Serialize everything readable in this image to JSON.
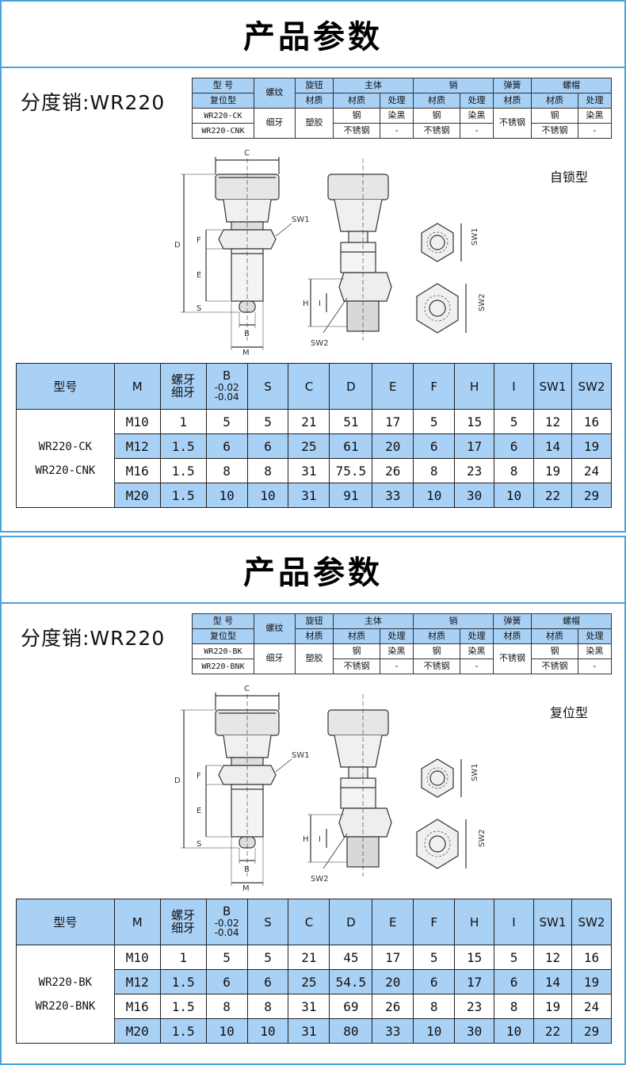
{
  "panels": [
    {
      "title": "产品参数",
      "product_name": "分度销:WR220",
      "type_label": "自锁型",
      "material_table": {
        "h_model": "型 号",
        "h_type": "复位型",
        "h_thread": "螺纹",
        "h_knob": "旋钮",
        "h_body": "主体",
        "h_pin": "销",
        "h_spring": "弹簧",
        "h_nut": "螺帽",
        "h_material": "材质",
        "h_treatment": "处理",
        "thread_value": "细牙",
        "knob_value": "塑胶",
        "spring_value": "不锈钢",
        "rows": [
          {
            "model": "WR220-CK",
            "body_mat": "钢",
            "body_trt": "染黑",
            "pin_mat": "钢",
            "pin_trt": "染黑",
            "nut_mat": "钢",
            "nut_trt": "染黑"
          },
          {
            "model": "WR220-CNK",
            "body_mat": "不锈钢",
            "body_trt": "-",
            "pin_mat": "不锈钢",
            "pin_trt": "-",
            "nut_mat": "不锈钢",
            "nut_trt": "-"
          }
        ]
      },
      "drawing_labels": {
        "c": "C",
        "d": "D",
        "f": "F",
        "e": "E",
        "s": "S",
        "b": "B",
        "m": "M",
        "sw1": "SW1",
        "sw2": "SW2",
        "h": "H",
        "i": "I"
      },
      "spec_table": {
        "headers": [
          "型号",
          "M",
          "螺牙",
          "细牙",
          "B",
          "-0.02",
          "-0.04",
          "S",
          "C",
          "D",
          "E",
          "F",
          "H",
          "I",
          "SW1",
          "SW2"
        ],
        "models": [
          "WR220-CK",
          "WR220-CNK"
        ],
        "rows": [
          [
            "M10",
            "1",
            "5",
            "5",
            "21",
            "51",
            "17",
            "5",
            "15",
            "5",
            "12",
            "16"
          ],
          [
            "M12",
            "1.5",
            "6",
            "6",
            "25",
            "61",
            "20",
            "6",
            "17",
            "6",
            "14",
            "19"
          ],
          [
            "M16",
            "1.5",
            "8",
            "8",
            "31",
            "75.5",
            "26",
            "8",
            "23",
            "8",
            "19",
            "24"
          ],
          [
            "M20",
            "1.5",
            "10",
            "10",
            "31",
            "91",
            "33",
            "10",
            "30",
            "10",
            "22",
            "29"
          ]
        ]
      }
    },
    {
      "title": "产品参数",
      "product_name": "分度销:WR220",
      "type_label": "复位型",
      "material_table": {
        "h_model": "型 号",
        "h_type": "复位型",
        "h_thread": "螺纹",
        "h_knob": "旋钮",
        "h_body": "主体",
        "h_pin": "销",
        "h_spring": "弹簧",
        "h_nut": "螺帽",
        "h_material": "材质",
        "h_treatment": "处理",
        "thread_value": "细牙",
        "knob_value": "塑胶",
        "spring_value": "不锈钢",
        "rows": [
          {
            "model": "WR220-BK",
            "body_mat": "钢",
            "body_trt": "染黑",
            "pin_mat": "钢",
            "pin_trt": "染黑",
            "nut_mat": "钢",
            "nut_trt": "染黑"
          },
          {
            "model": "WR220-BNK",
            "body_mat": "不锈钢",
            "body_trt": "-",
            "pin_mat": "不锈钢",
            "pin_trt": "-",
            "nut_mat": "不锈钢",
            "nut_trt": "-"
          }
        ]
      },
      "drawing_labels": {
        "c": "C",
        "d": "D",
        "f": "F",
        "e": "E",
        "s": "S",
        "b": "B",
        "m": "M",
        "sw1": "SW1",
        "sw2": "SW2",
        "h": "H",
        "i": "I"
      },
      "spec_table": {
        "headers": [
          "型号",
          "M",
          "螺牙",
          "细牙",
          "B",
          "-0.02",
          "-0.04",
          "S",
          "C",
          "D",
          "E",
          "F",
          "H",
          "I",
          "SW1",
          "SW2"
        ],
        "models": [
          "WR220-BK",
          "WR220-BNK"
        ],
        "rows": [
          [
            "M10",
            "1",
            "5",
            "5",
            "21",
            "45",
            "17",
            "5",
            "15",
            "5",
            "12",
            "16"
          ],
          [
            "M12",
            "1.5",
            "6",
            "6",
            "25",
            "54.5",
            "20",
            "6",
            "17",
            "6",
            "14",
            "19"
          ],
          [
            "M16",
            "1.5",
            "8",
            "8",
            "31",
            "69",
            "26",
            "8",
            "23",
            "8",
            "19",
            "24"
          ],
          [
            "M20",
            "1.5",
            "10",
            "10",
            "31",
            "80",
            "33",
            "10",
            "30",
            "10",
            "22",
            "29"
          ]
        ]
      }
    }
  ]
}
